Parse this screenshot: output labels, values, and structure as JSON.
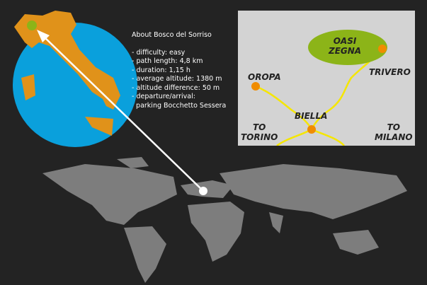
{
  "info": {
    "title": "About Bosco del Sorriso",
    "items": [
      "- difficulty: easy",
      "- path length: 4,8 km",
      "- duration: 1,15 h",
      "- average altitude: 1380 m",
      "- altitude difference: 50 m",
      "- departure/arrival:",
      "  parking Bocchetto Sessera"
    ]
  },
  "map": {
    "oasi": "OASI",
    "zegna": "ZEGNA",
    "trivero": "TRIVERO",
    "oropa": "OROPA",
    "biella": "BIELLA",
    "to_torino_1": "TO",
    "to_torino_2": "TORINO",
    "to_milano_1": "TO",
    "to_milano_2": "MILANO"
  },
  "colors": {
    "globe": "#0aa0dc",
    "italy": "#e0921a",
    "marker": "#f08c00",
    "oasi": "#8cb418",
    "road": "#f5e600",
    "land": "#7a7a7a"
  }
}
